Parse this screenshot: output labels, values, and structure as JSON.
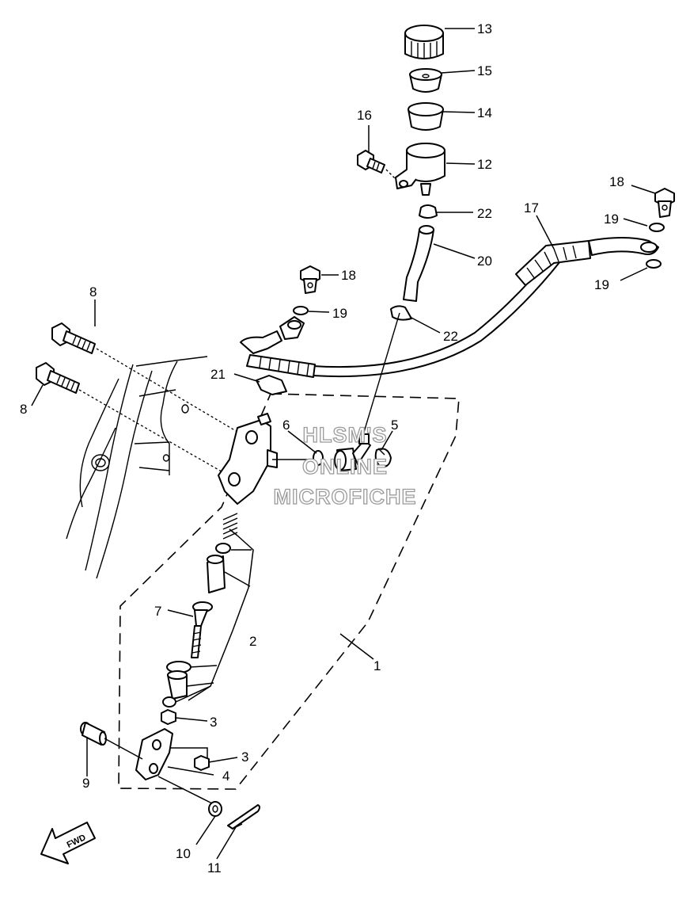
{
  "callouts": {
    "c1": "1",
    "c2": "2",
    "c3a": "3",
    "c3b": "3",
    "c4": "4",
    "c5": "5",
    "c6": "6",
    "c7": "7",
    "c8a": "8",
    "c8b": "8",
    "c9": "9",
    "c10": "10",
    "c11": "11",
    "c12": "12",
    "c13": "13",
    "c14": "14",
    "c15": "15",
    "c16": "16",
    "c17": "17",
    "c18a": "18",
    "c18b": "18",
    "c19a": "19",
    "c19b": "19",
    "c19c": "19",
    "c20": "20",
    "c21": "21",
    "c22a": "22",
    "c22b": "22"
  },
  "watermark": {
    "line1": "HLSM'S",
    "line2": "ONLINE",
    "line3": "MICROFICHE"
  },
  "direction_arrow": {
    "label": "FWD",
    "icon": "forward-arrow-icon"
  }
}
